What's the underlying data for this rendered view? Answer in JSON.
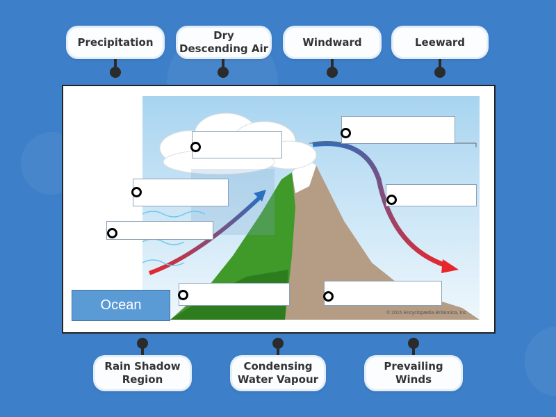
{
  "labels_top": [
    {
      "text": "Precipitation"
    },
    {
      "text": "Dry\nDescending Air"
    },
    {
      "text": "Windward"
    },
    {
      "text": "Leeward"
    }
  ],
  "labels_bottom": [
    {
      "text": "Rain Shadow\nRegion"
    },
    {
      "text": "Condensing\nWater Vapour"
    },
    {
      "text": "Prevailing\nWinds"
    }
  ],
  "diagram": {
    "ocean_label": "Ocean",
    "copyright": "© 2015 Encyclopædia Britannica, Inc."
  },
  "colors": {
    "background": "#3d7fc9",
    "ocean": "#5b9bd5",
    "arrow_red": "#e8262a",
    "arrow_blue": "#2a6fc0"
  }
}
